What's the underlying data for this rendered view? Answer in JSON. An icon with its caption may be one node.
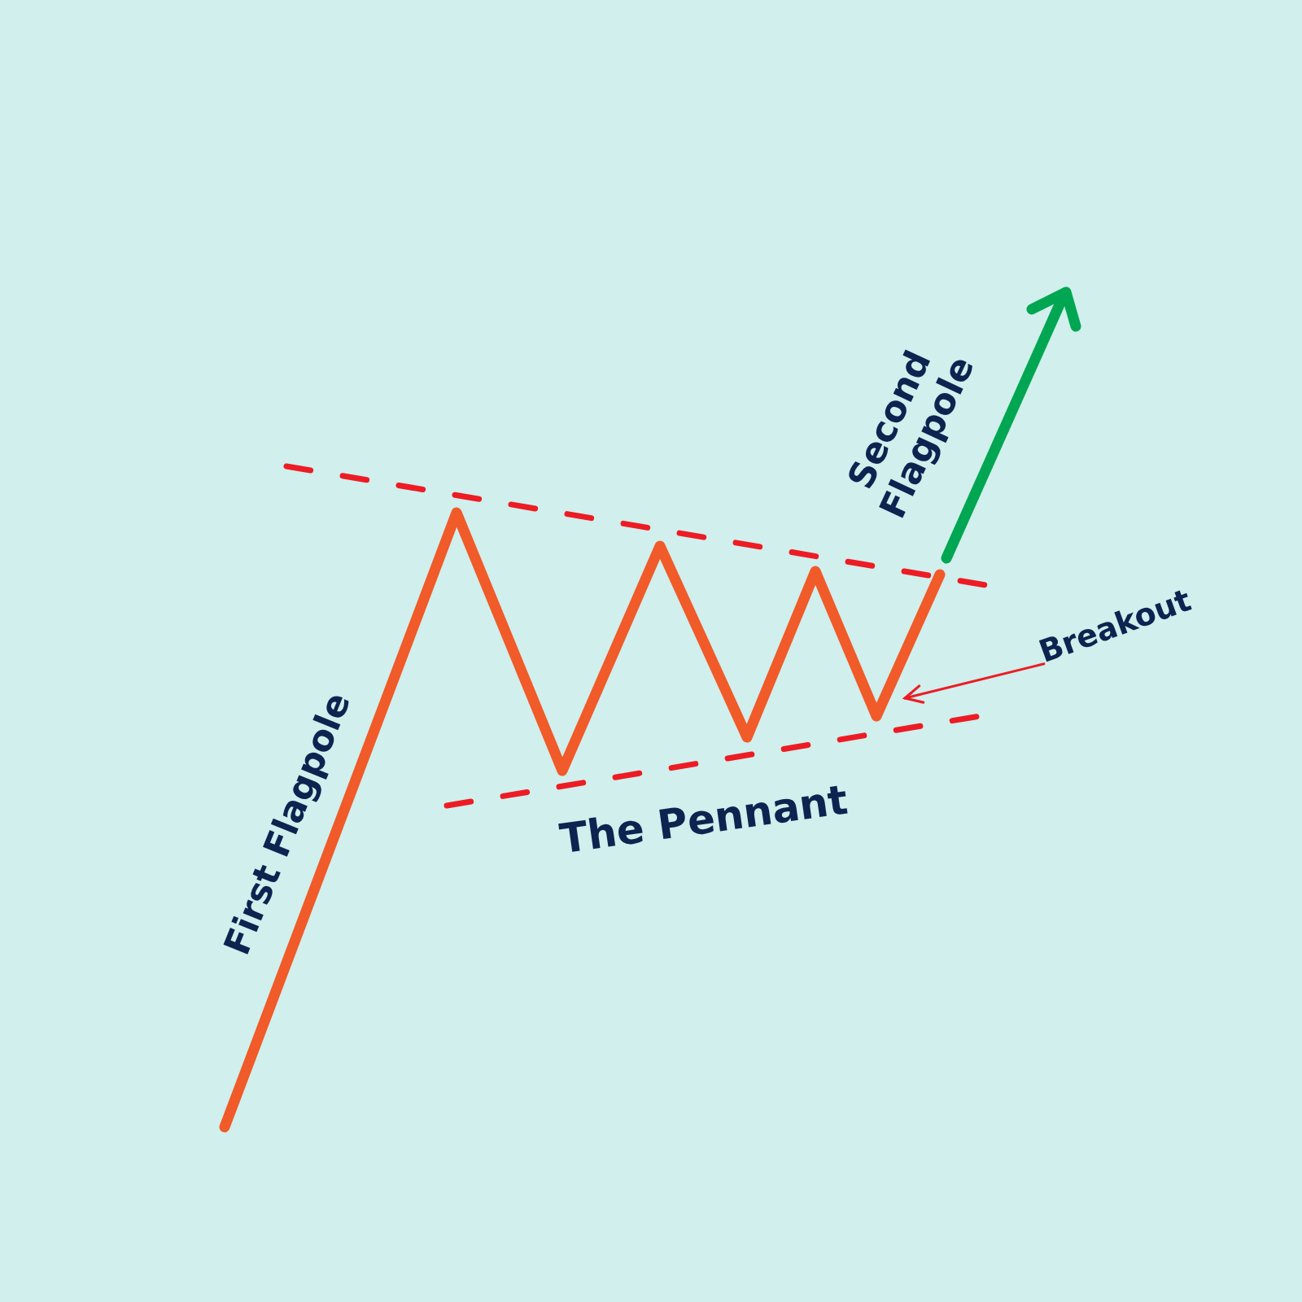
{
  "diagram": {
    "nodes": [
      {
        "text": [
          "Breakout"
        ]
      },
      {
        "text": [],
        "shape": "line"
      }
    ],
    "edges": [
      {
        "from": 0,
        "to": 1,
        "arrow": "to"
      }
    ],
    "labels": [
      "Second Flagpole",
      "First Flagpole",
      "The Pennant"
    ]
  }
}
